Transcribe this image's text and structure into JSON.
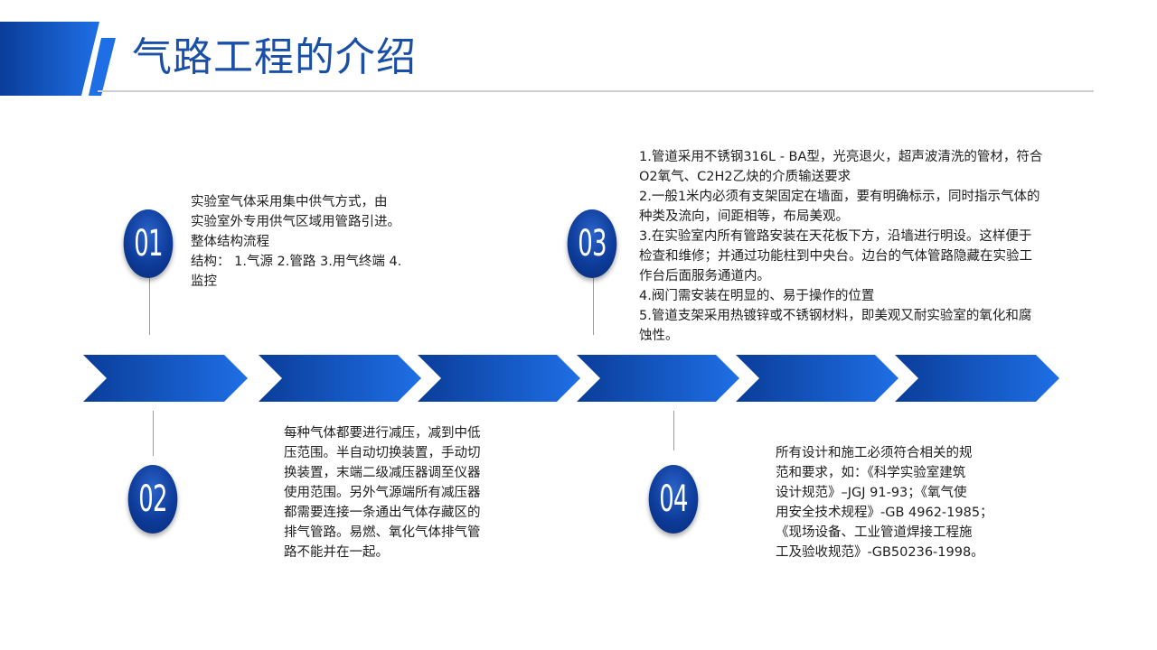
{
  "header": {
    "title": "气路工程的介绍"
  },
  "colors": {
    "accent": "#1a4fa8",
    "arrow_dark": "#0a3d99",
    "arrow_light": "#1e6fe6",
    "divider": "#cfcfcf"
  },
  "steps": [
    {
      "number": "01",
      "lines": [
        "实验室气体采用集中供气方式，由",
        "实验室外专用供气区域用管路引进。",
        "整体结构流程",
        "结构：  1.气源 2.管路 3.用气终端 4.",
        "监控"
      ]
    },
    {
      "number": "02",
      "lines": [
        "每种气体都要进行减压，减到中低",
        "压范围。半自动切换装置，手动切",
        "换装置，末端二级减压器调至仪器",
        "使用范围。另外气源端所有减压器",
        "都需要连接一条通出气体存藏区的",
        "排气管路。易燃、氧化气体排气管",
        "路不能并在一起。"
      ]
    },
    {
      "number": "03",
      "lines": [
        "1.管道采用不锈钢316L - BA型，光亮退火，超声波清洗的管材，符合",
        "O2氧气、C2H2乙炔的介质输送要求",
        "2.一般1米内必须有支架固定在墙面，要有明确标示，同时指示气体的",
        "种类及流向，间距相等，布局美观。",
        "3.在实验室内所有管路安装在天花板下方，沿墙进行明设。这样便于",
        "检查和维修；并通过功能柱到中央台。边台的气体管路隐藏在实验工",
        "作台后面服务通道内。",
        "4.阀门需安装在明显的、易于操作的位置",
        "5.管道支架采用热镀锌或不锈钢材料，即美观又耐实验室的氧化和腐",
        "蚀性。"
      ]
    },
    {
      "number": "04",
      "lines": [
        "所有设计和施工必须符合相关的规",
        "范和要求，如：《科学实验室建筑",
        "设计规范》–JGJ 91-93；《氧气使",
        "用安全技术规程》-GB 4962-1985；",
        "《现场设备、工业管道焊接工程施",
        "工及验收规范》-GB50236-1998。"
      ]
    }
  ]
}
